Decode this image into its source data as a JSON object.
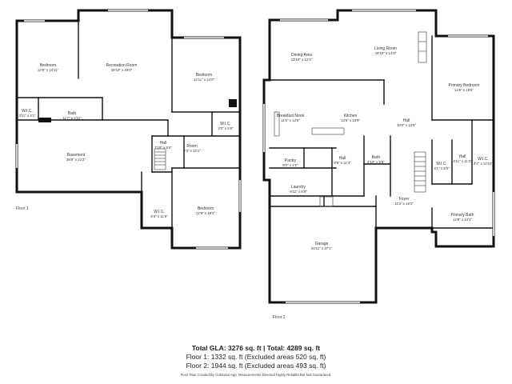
{
  "floors": [
    {
      "label": "Floor 1",
      "rooms": [
        {
          "name": "Bedroom",
          "dims": "12'8\" x 14'11\""
        },
        {
          "name": "Recreation Room",
          "dims": "18'10\" x 23'0\""
        },
        {
          "name": "Bedroom",
          "dims": "12'11\" x 14'0\""
        },
        {
          "name": "W.I.C.",
          "dims": "3'11\" x 4'1\""
        },
        {
          "name": "Bath",
          "dims": "11'7\" x 4'11\""
        },
        {
          "name": "W.I.C.",
          "dims": "3'0\" x 5'6\""
        },
        {
          "name": "Room",
          "dims": "9'3\" x 12'1\""
        },
        {
          "name": "Hall",
          "dims": "7'10\" x 5'4\""
        },
        {
          "name": "Basement",
          "dims": "28'9\" x 21'2\""
        },
        {
          "name": "W.I.C.",
          "dims": "6'9\" x 11'8\""
        },
        {
          "name": "Bedroom",
          "dims": "12'9\" x 19'4\""
        }
      ]
    },
    {
      "label": "Floor 2",
      "rooms": [
        {
          "name": "Dining Area",
          "dims": "13'10\" x 12'4\""
        },
        {
          "name": "Living Room",
          "dims": "18'10\" x 14'8\""
        },
        {
          "name": "Primary Bedroom",
          "dims": "14'5\" x 19'6\""
        },
        {
          "name": "Breakfast Nook",
          "dims": "11'5\" x 12'5\""
        },
        {
          "name": "Kitchen",
          "dims": "13'5\" x 13'8\""
        },
        {
          "name": "Hall",
          "dims": "10'0\" x 13'9\""
        },
        {
          "name": "Pantry",
          "dims": "8'0\" x 4'1\""
        },
        {
          "name": "Hall",
          "dims": "8'8\" x 11'4\""
        },
        {
          "name": "Bath",
          "dims": "4'10\" x 5'6\""
        },
        {
          "name": "W.I.C.",
          "dims": "4'1\" x 8'6\""
        },
        {
          "name": "Hall",
          "dims": "3'11\" x 11'3\""
        },
        {
          "name": "W.I.C.",
          "dims": "4'2\" x 13'10\""
        },
        {
          "name": "Laundry",
          "dims": "9'11\" x 6'8\""
        },
        {
          "name": "Foyer",
          "dims": "11'3\" x 16'2\""
        },
        {
          "name": "Primary Bath",
          "dims": "12'9\" x 14'4\""
        },
        {
          "name": "Garage",
          "dims": "20'11\" x 27'1\""
        }
      ]
    }
  ],
  "summary": {
    "total": "Total GLA: 3276 sq. ft | Total: 4289 sq. ft",
    "floor1": "Floor 1: 1332 sq. ft (Excluded areas 520 sq. ft)",
    "floor2": "Floor 2: 1944 sq. ft (Excluded areas 493 sq. ft)",
    "disclaimer": "Floor Plan Created By Cubicasa App. Measurements Deemed Highly Reliable But Not Guaranteed."
  }
}
